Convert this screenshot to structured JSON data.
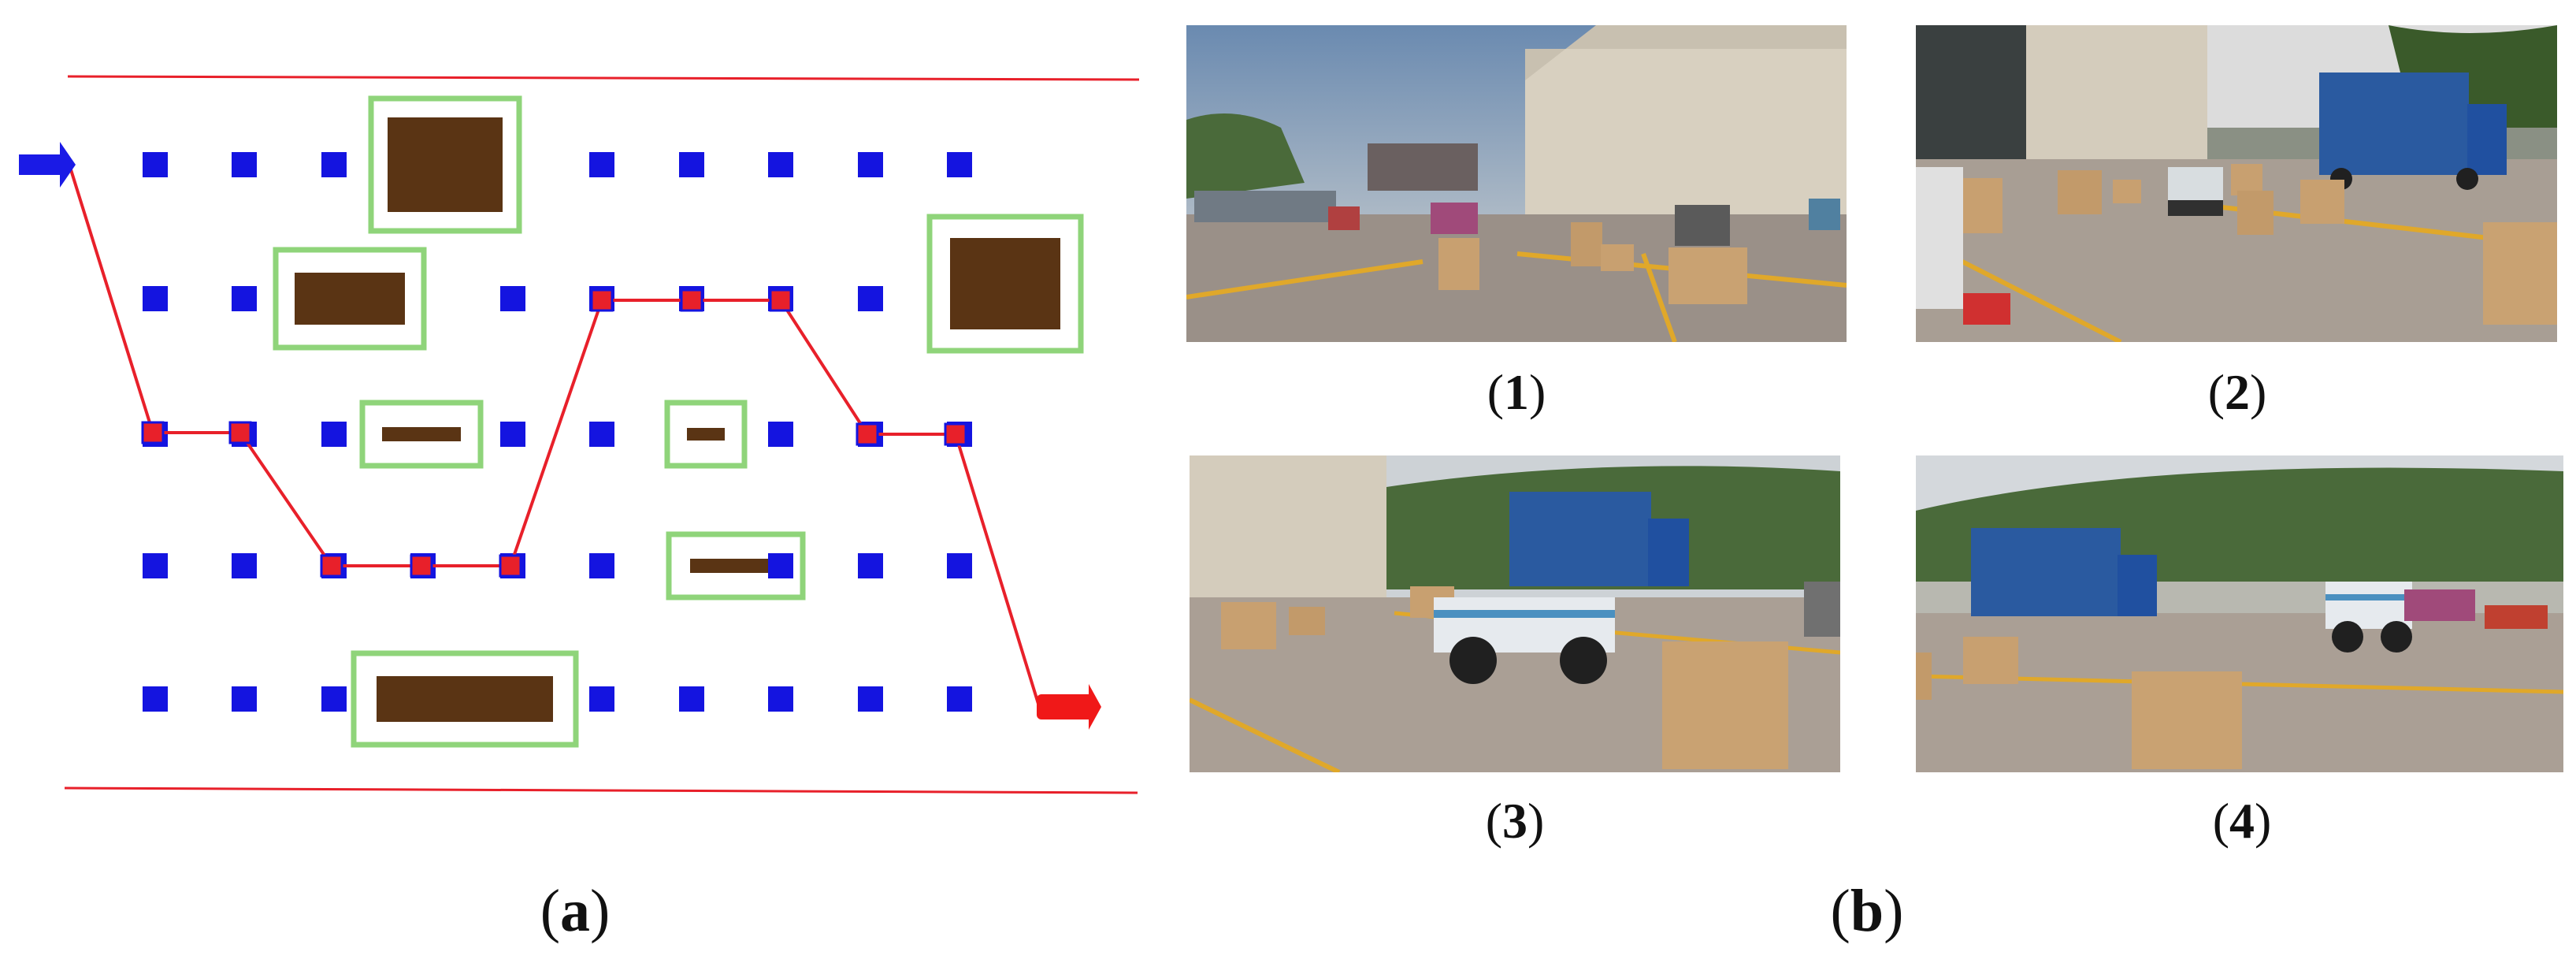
{
  "panel_a": {
    "label_letter": "a",
    "colors": {
      "boundary": "#e8202a",
      "grid_node": "#1414e0",
      "path": "#e8202a",
      "path_node": "#e8202a",
      "obstacle": "#5a3414",
      "obstacle_frame": "#8fd47a",
      "start_arrow": "#1a1ae6",
      "end_arrow": "#f01818"
    },
    "icons": [
      "start-arrow-icon",
      "end-arrow-icon"
    ]
  },
  "panel_b": {
    "label_letter": "b",
    "photos": [
      {
        "label": "1"
      },
      {
        "label": "2"
      },
      {
        "label": "3"
      },
      {
        "label": "4"
      }
    ]
  }
}
